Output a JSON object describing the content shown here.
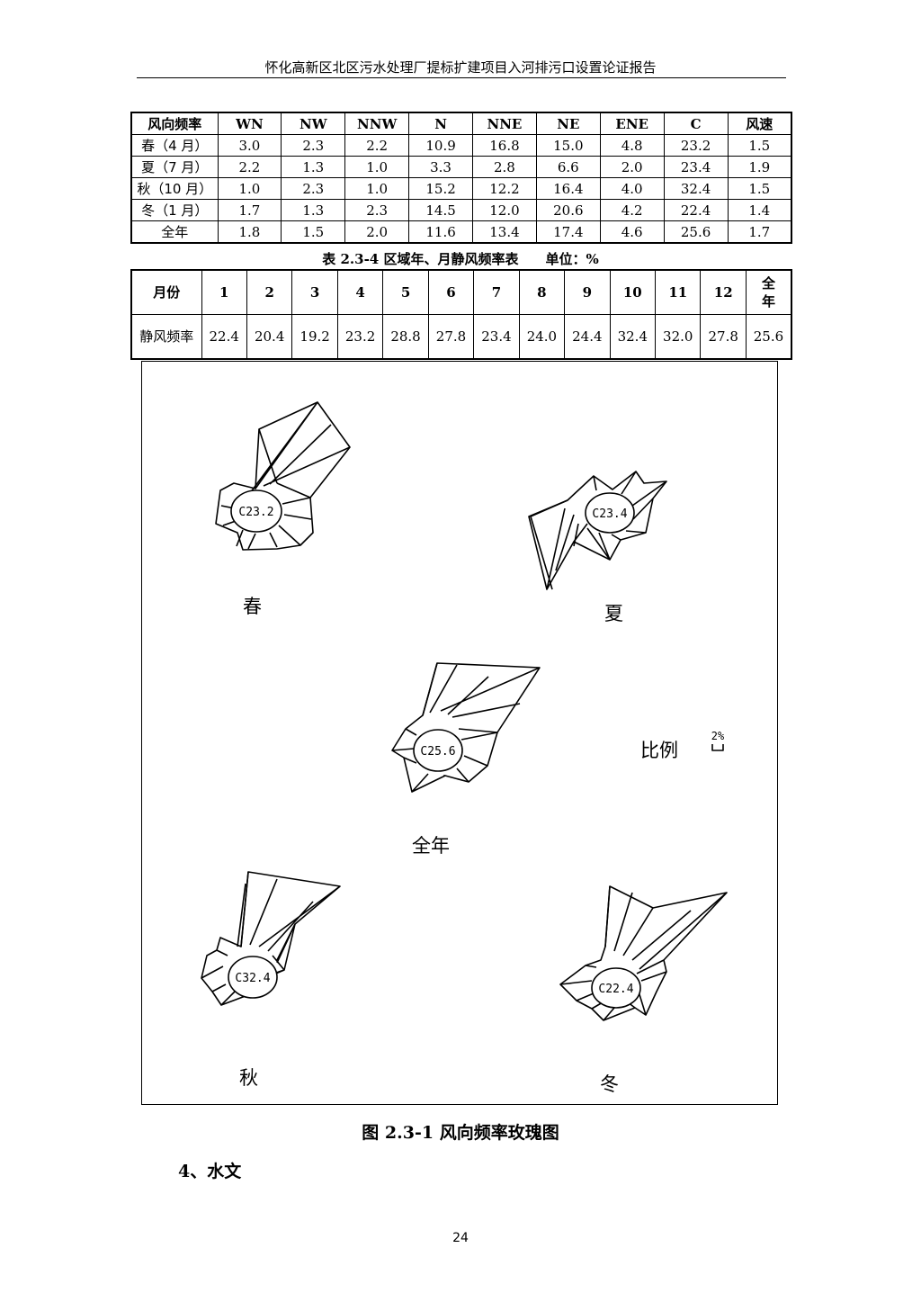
{
  "header": {
    "title": "怀化高新区北区污水处理厂提标扩建项目入河排污口设置论证报告"
  },
  "wind_table": {
    "headers": [
      "风向频率",
      "WN",
      "NW",
      "NNW",
      "N",
      "NNE",
      "NE",
      "ENE",
      "C",
      "风速"
    ],
    "rows": [
      [
        "春（4 月）",
        "3.0",
        "2.3",
        "2.2",
        "10.9",
        "16.8",
        "15.0",
        "4.8",
        "23.2",
        "1.5"
      ],
      [
        "夏（7 月）",
        "2.2",
        "1.3",
        "1.0",
        "3.3",
        "2.8",
        "6.6",
        "2.0",
        "23.4",
        "1.9"
      ],
      [
        "秋（10 月）",
        "1.0",
        "2.3",
        "1.0",
        "15.2",
        "12.2",
        "16.4",
        "4.0",
        "32.4",
        "1.5"
      ],
      [
        "冬（1 月）",
        "1.7",
        "1.3",
        "2.3",
        "14.5",
        "12.0",
        "20.6",
        "4.2",
        "22.4",
        "1.4"
      ],
      [
        "全年",
        "1.8",
        "1.5",
        "2.0",
        "11.6",
        "13.4",
        "17.4",
        "4.6",
        "25.6",
        "1.7"
      ]
    ]
  },
  "calm_table": {
    "caption": "表 2.3-4 区域年、月静风频率表　　单位：%",
    "headers": [
      "月份",
      "1",
      "2",
      "3",
      "4",
      "5",
      "6",
      "7",
      "8",
      "9",
      "10",
      "11",
      "12",
      "全年"
    ],
    "row_label": "静风频率",
    "values": [
      "22.4",
      "20.4",
      "19.2",
      "23.2",
      "28.8",
      "27.8",
      "23.4",
      "24.0",
      "24.4",
      "32.4",
      "32.0",
      "27.8",
      "25.6"
    ]
  },
  "figure": {
    "roses": [
      {
        "id": "spring",
        "label": "春",
        "calm": "C23.2"
      },
      {
        "id": "summer",
        "label": "夏",
        "calm": "C23.4"
      },
      {
        "id": "annual",
        "label": "全年",
        "calm": "C25.6"
      },
      {
        "id": "autumn",
        "label": "秋",
        "calm": "C32.4"
      },
      {
        "id": "winter",
        "label": "冬",
        "calm": "C22.4"
      }
    ],
    "scale_label": "比例",
    "scale_value": "2%",
    "caption": "图 2.3-1 风向频率玫瑰图"
  },
  "section": {
    "heading": "4、水文"
  },
  "page_number": "24"
}
